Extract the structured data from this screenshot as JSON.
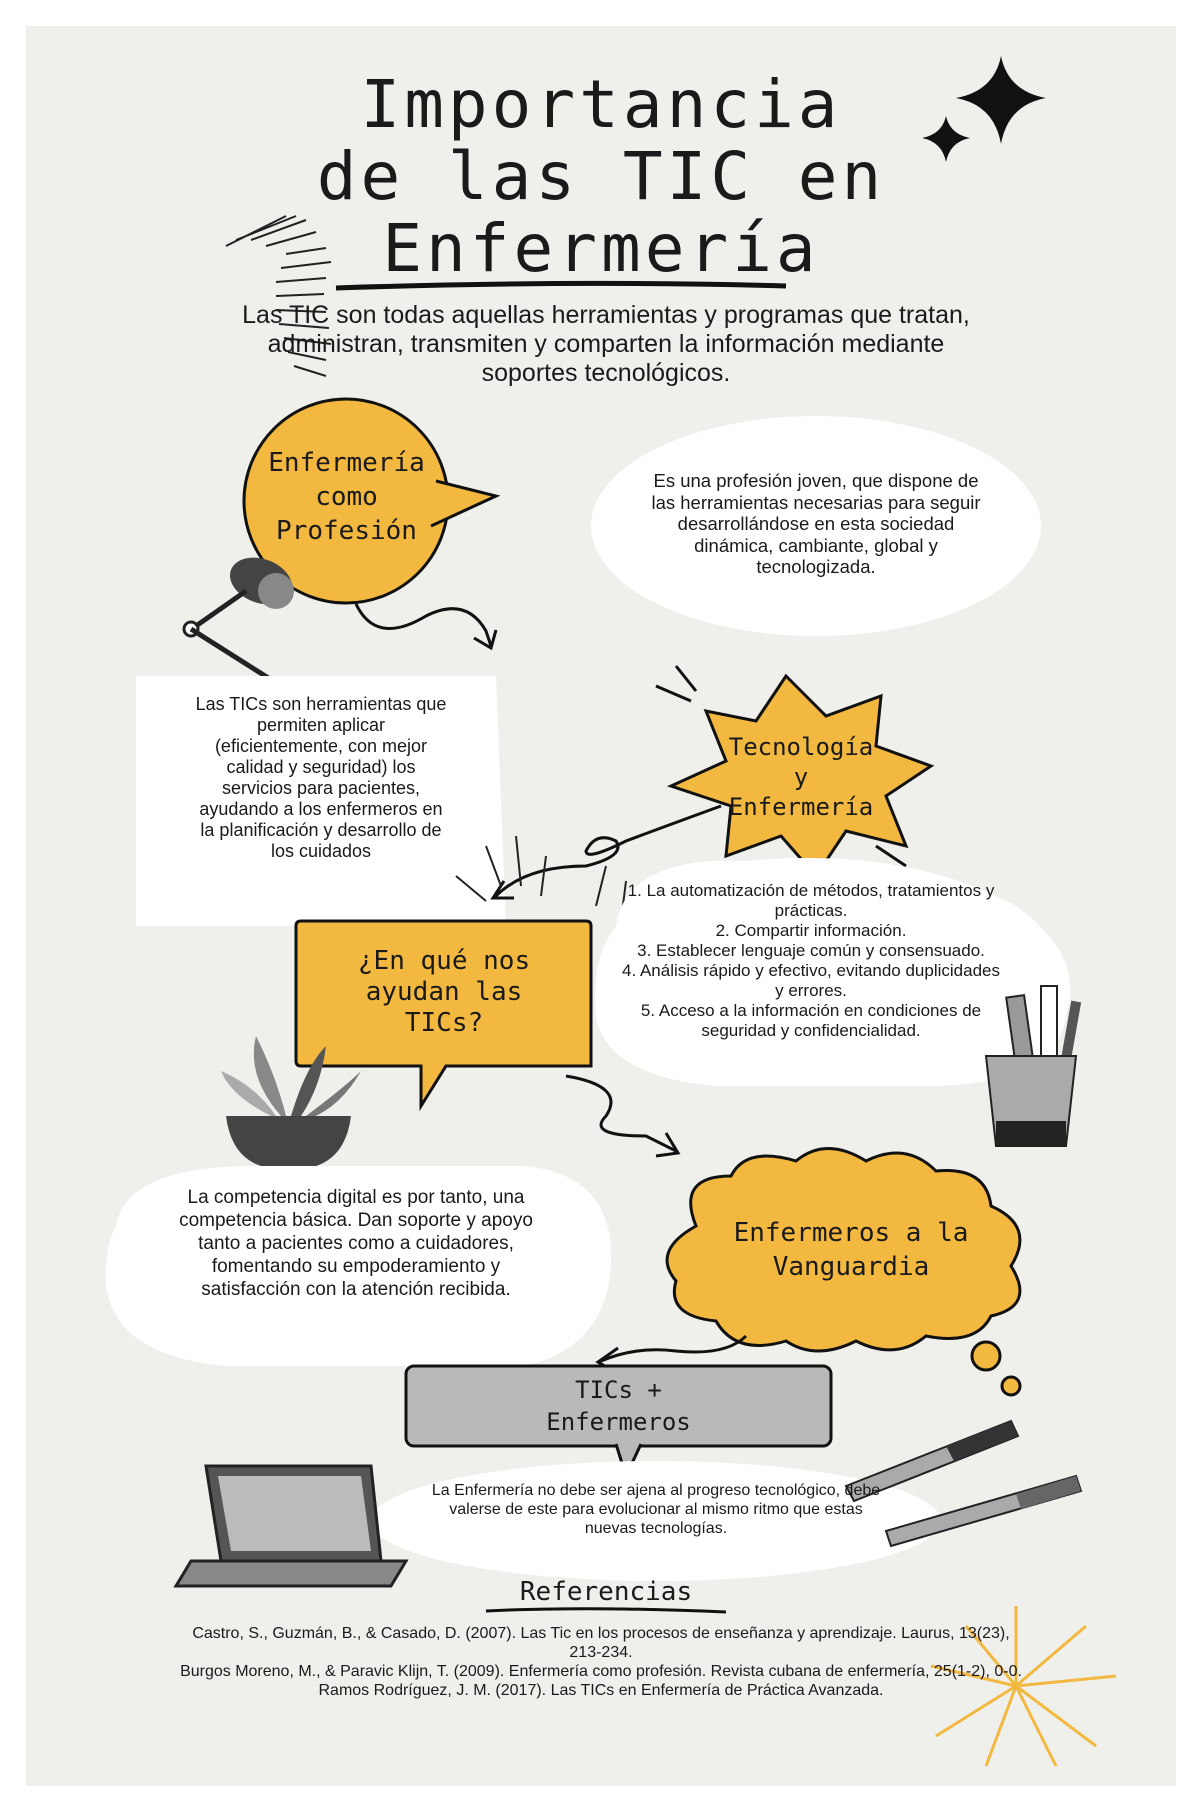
{
  "title": {
    "line1": "Importancia",
    "line2": "de las TIC en",
    "line3": "Enfermería"
  },
  "intro": "Las TIC son todas aquellas herramientas y programas que tratan, administran, transmiten y comparten la información mediante soportes tecnológicos.",
  "sections": {
    "profesion": {
      "label_lines": [
        "Enfermería",
        "como",
        "Profesión"
      ],
      "text": "Es una profesión joven, que dispone de las herramientas necesarias para seguir desarrollándose en esta sociedad dinámica, cambiante, global y tecnologizada."
    },
    "tecnologia": {
      "label_lines": [
        "Tecnología",
        "y",
        "Enfermería"
      ],
      "text": "Las TICs son herramientas que permiten aplicar (eficientemente, con mejor calidad y seguridad) los servicios para pacientes, ayudando a los enfermeros en la planificación y desarrollo de los cuidados"
    },
    "ayudan": {
      "label_lines": [
        "¿En qué nos",
        "ayudan las",
        "TICs?"
      ],
      "items": [
        "1. La automatización de métodos, tratamientos y prácticas.",
        "2. Compartir información.",
        "3. Establecer lenguaje común y consensuado.",
        "4. Análisis rápido y efectivo, evitando duplicidades y errores.",
        "5. Acceso a la información en condiciones de seguridad y confidencialidad."
      ]
    },
    "vanguardia": {
      "label_lines": [
        "Enfermeros a la",
        "Vanguardia"
      ],
      "text": "La competencia digital es por tanto, una competencia básica. Dan soporte y apoyo tanto a pacientes como a cuidadores, fomentando su empoderamiento y satisfacción con la atención recibida."
    },
    "tics": {
      "label_lines": [
        "TICs +",
        "Enfermeros"
      ],
      "text": "La Enfermería no debe ser ajena al progreso tecnológico, debe valerse de este para evolucionar al mismo ritmo que estas nuevas tecnologías."
    }
  },
  "references": {
    "heading": "Referencias",
    "items": [
      "Castro, S., Guzmán, B., & Casado, D. (2007). Las Tic en los procesos de enseñanza y aprendizaje. Laurus, 13(23), 213-234.",
      "Burgos Moreno, M., & Paravic Klijn, T. (2009). Enfermería como profesión. Revista cubana de enfermería, 25(1-2), 0-0.",
      "Ramos Rodríguez, J. M. (2017). Las TICs en Enfermería de Práctica Avanzada."
    ]
  },
  "colors": {
    "background": "#efefeb",
    "accent": "#f2b83f",
    "bubble": "#ffffff",
    "ink": "#1a1a1a",
    "gray": "#b9b9b9"
  },
  "icons": [
    "sparkle-icon",
    "desk-lamp-icon",
    "plant-icon",
    "pencil-cup-icon",
    "laptop-icon",
    "pen-icon",
    "sunburst-icon"
  ]
}
